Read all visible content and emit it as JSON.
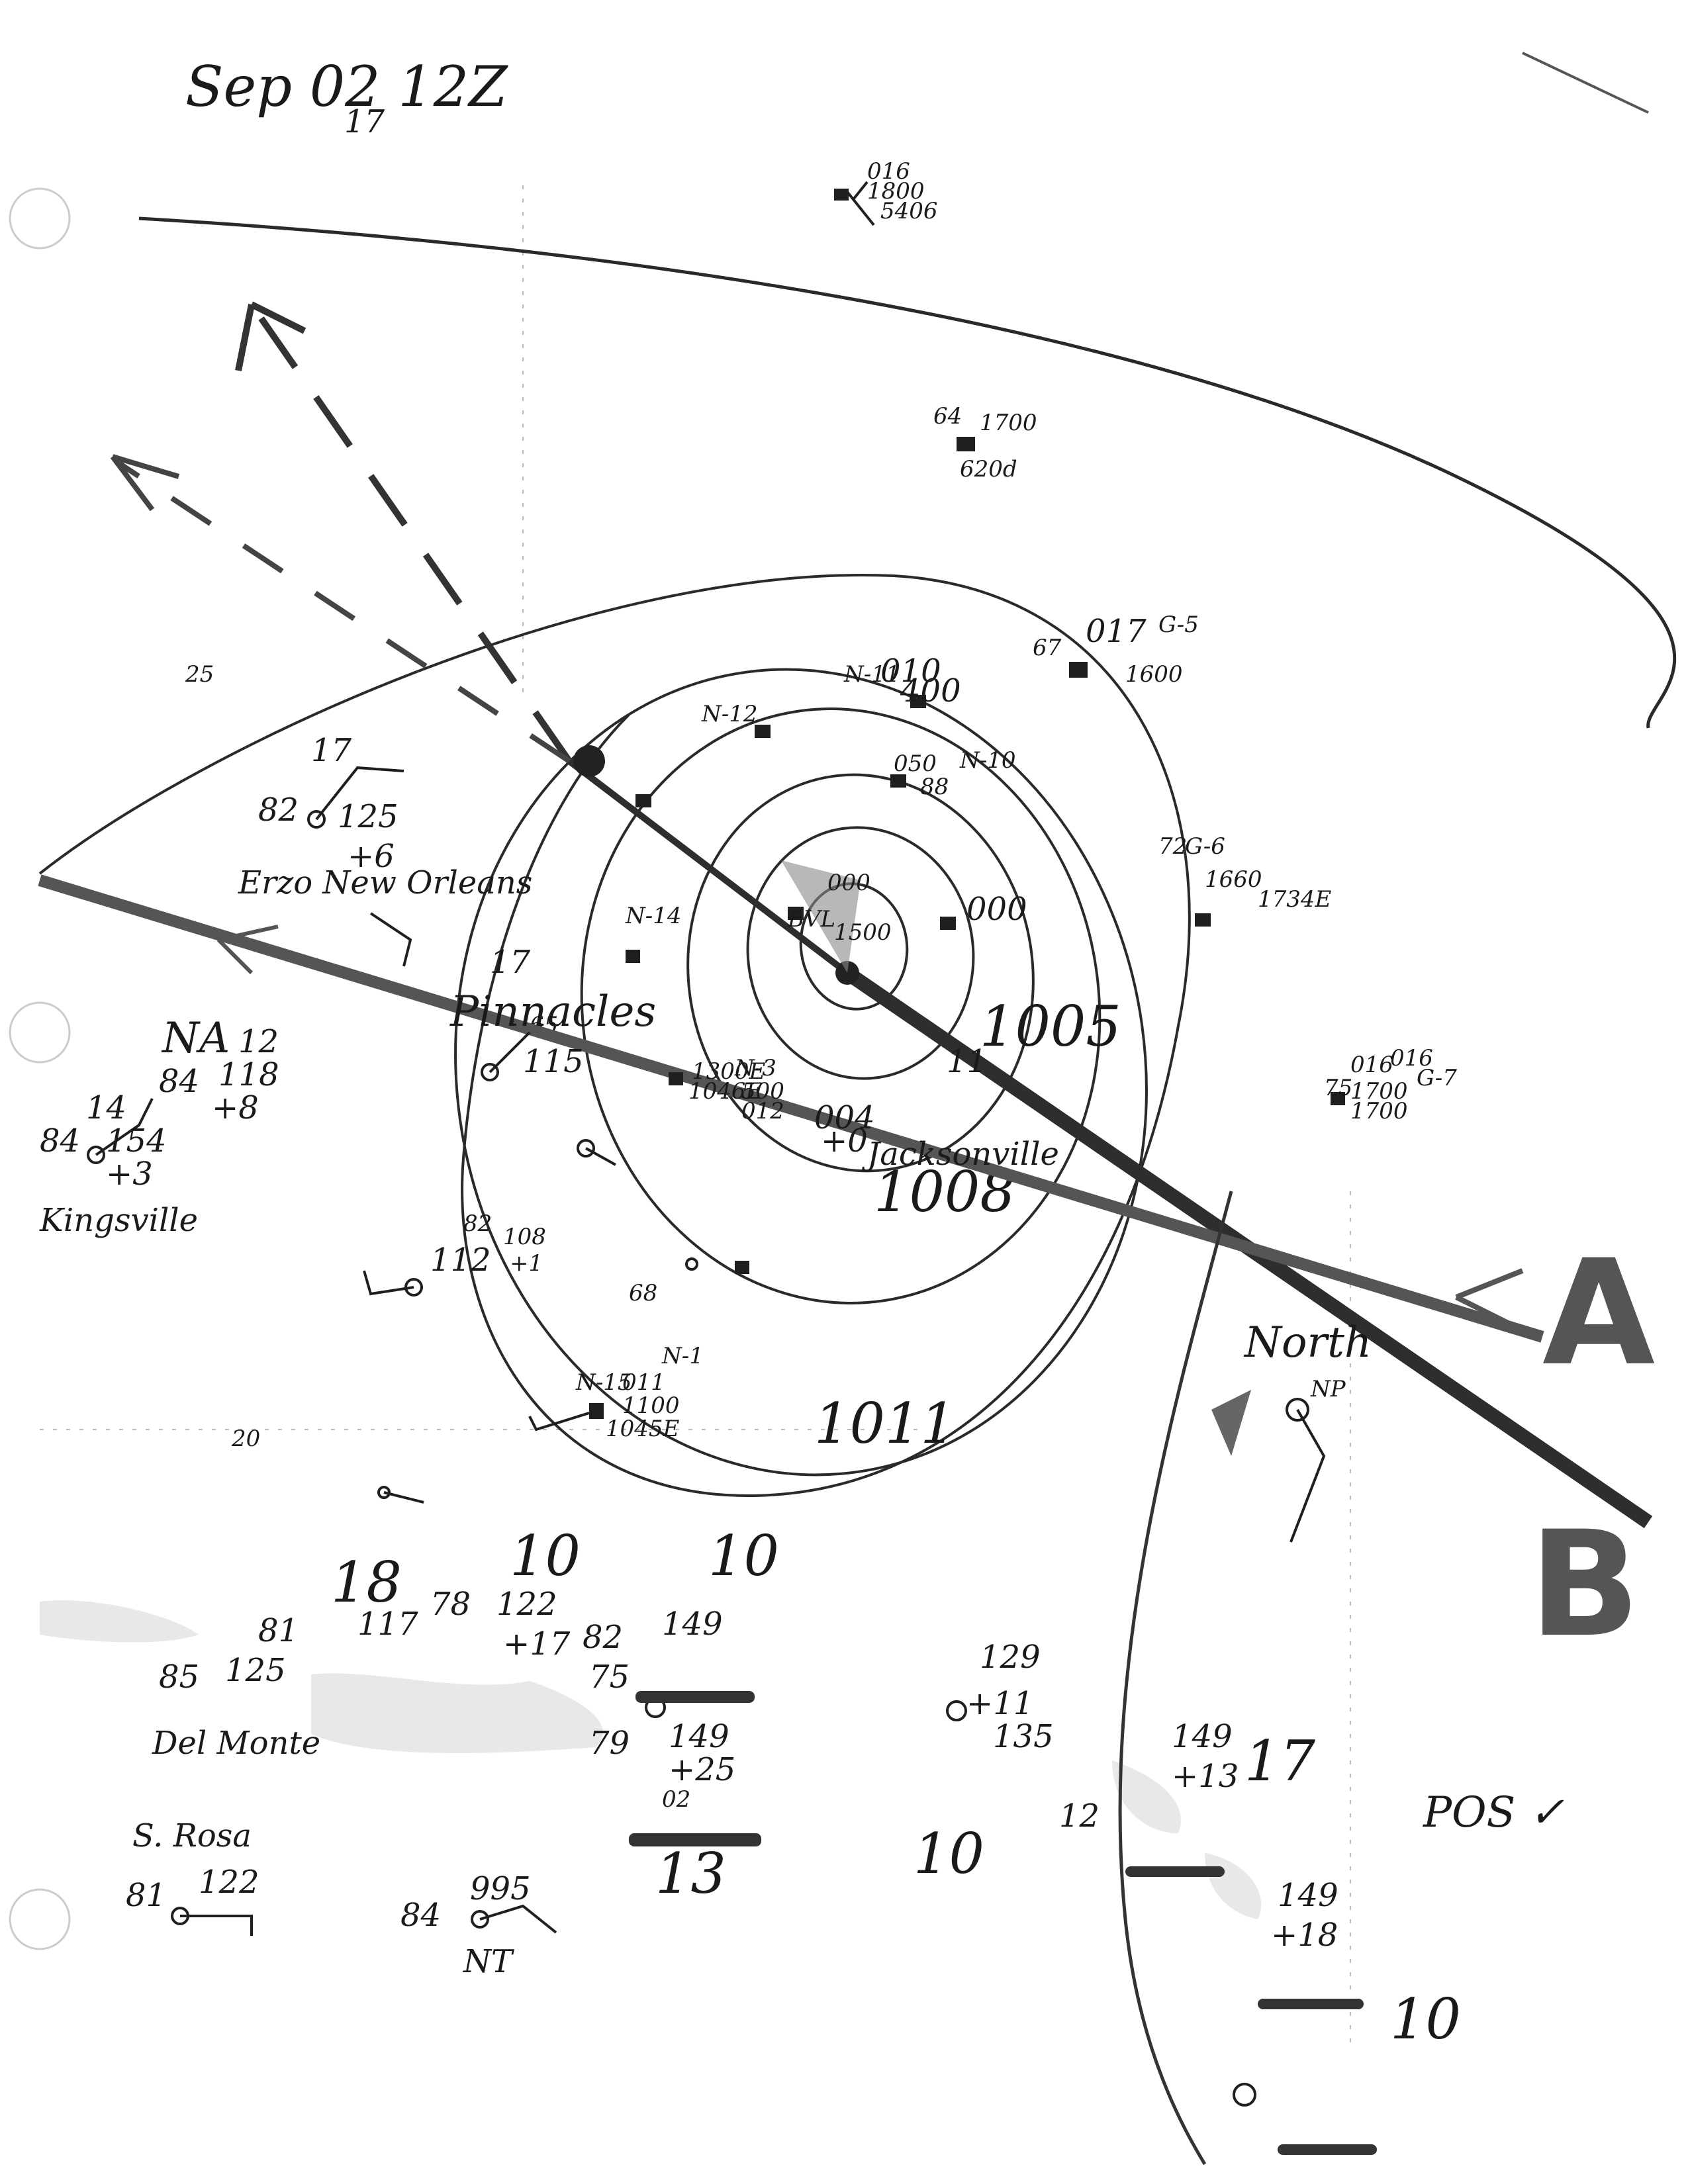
{
  "header": {
    "date_label": "Sep 02 12Z",
    "top_station_value": "17"
  },
  "isobars": [
    "1005",
    "1008",
    "1011"
  ],
  "grid_labels": [
    "25",
    "20",
    "65"
  ],
  "annotations": {
    "pos_check": "POS ✓",
    "north_label": "North",
    "np_label": "NP",
    "big_label_a": "A",
    "big_label_b": "B"
  },
  "stations": [
    {
      "name": "Erzo New Orleans"
    },
    {
      "name": "Pinnacles",
      "values": [
        "17",
        "115"
      ]
    },
    {
      "name": "Kingsville",
      "values": [
        "NA",
        "84",
        "12",
        "118",
        "+8",
        "84",
        "14",
        "154",
        "+3"
      ]
    },
    {
      "name": "Del Monte",
      "values": [
        "81",
        "85",
        "125",
        "117",
        "78",
        "122",
        "+17"
      ]
    },
    {
      "name": "S. Rosa",
      "values": [
        "81",
        "122"
      ]
    },
    {
      "name": "Jacksonville"
    },
    {
      "name": "NT",
      "values": [
        "84",
        "995"
      ]
    }
  ],
  "station_values_misc": [
    "82",
    "125",
    "+6",
    "17",
    "82",
    "108",
    "+1",
    "112",
    "18",
    "10",
    "10",
    "82",
    "149",
    "75",
    "79",
    "149",
    "+25",
    "02",
    "13",
    "10",
    "17",
    "10",
    "149",
    "+18",
    "149",
    "+13",
    "135",
    "+11",
    "129",
    "12",
    "004",
    "+0",
    "016",
    "1700",
    "1600",
    "017",
    "010",
    "400",
    "050",
    "88",
    "N-11",
    "N-10",
    "N-12",
    "N-14",
    "N-1",
    "N-15",
    "011",
    "1100",
    "1045E",
    "G-5",
    "G-6",
    "G-7",
    "016",
    "1800",
    "5406",
    "64",
    "1700",
    "620d",
    "67",
    "72",
    "1660",
    "1734E",
    "75",
    "1700",
    "016",
    "1046E",
    "1300E",
    "N-3",
    "500",
    "012",
    "000",
    "000",
    "68",
    "11",
    "1500",
    "BVL"
  ],
  "colors": {
    "ink": "#1a1a1a",
    "pencil": "#3a3a3a",
    "shade": "#777777"
  }
}
